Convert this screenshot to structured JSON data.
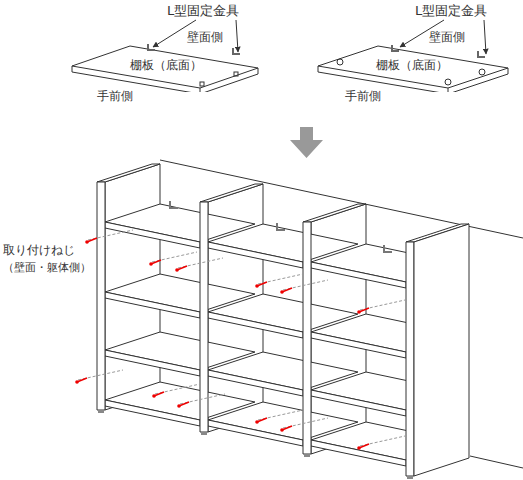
{
  "diagram": {
    "nodes": [
      {
        "text": [
          "棚板（底面）"
        ]
      },
      {
        "text": [
          "棚板（底面）"
        ]
      }
    ],
    "labels": [
      "L型固定金具",
      "壁面側",
      "手前側",
      "L型固定金具",
      "壁面側",
      "手前側",
      "取り付けねじ",
      "（壁面・躯体側）"
    ]
  }
}
